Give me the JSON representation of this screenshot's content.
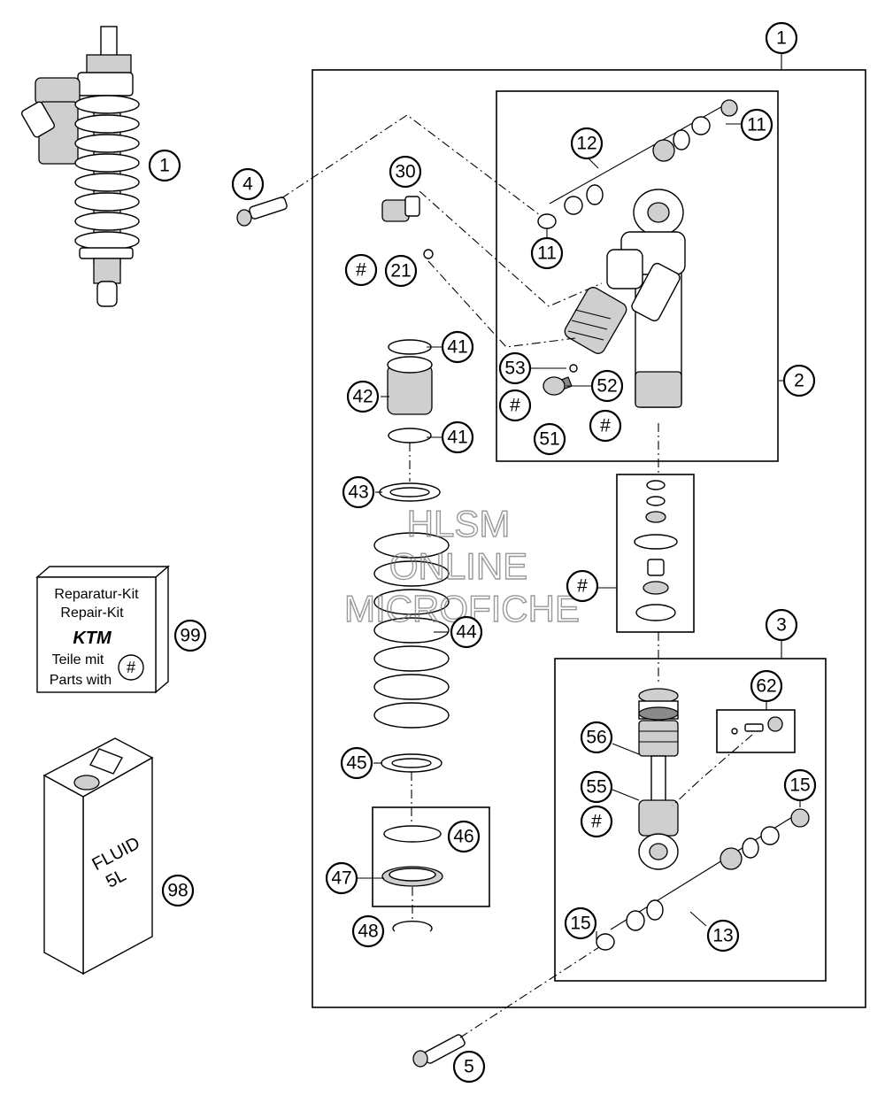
{
  "callouts": [
    {
      "id": "c1-top",
      "label": "1"
    },
    {
      "id": "c1-left",
      "label": "1"
    },
    {
      "id": "c2",
      "label": "2"
    },
    {
      "id": "c3",
      "label": "3"
    },
    {
      "id": "c4",
      "label": "4"
    },
    {
      "id": "c5",
      "label": "5"
    },
    {
      "id": "c11a",
      "label": "11"
    },
    {
      "id": "c11b",
      "label": "11"
    },
    {
      "id": "c12",
      "label": "12"
    },
    {
      "id": "c13",
      "label": "13"
    },
    {
      "id": "c15a",
      "label": "15"
    },
    {
      "id": "c15b",
      "label": "15"
    },
    {
      "id": "c21",
      "label": "21"
    },
    {
      "id": "c30",
      "label": "30"
    },
    {
      "id": "c41a",
      "label": "41"
    },
    {
      "id": "c41b",
      "label": "41"
    },
    {
      "id": "c42",
      "label": "42"
    },
    {
      "id": "c43",
      "label": "43"
    },
    {
      "id": "c44",
      "label": "44"
    },
    {
      "id": "c45",
      "label": "45"
    },
    {
      "id": "c46",
      "label": "46"
    },
    {
      "id": "c47",
      "label": "47"
    },
    {
      "id": "c48",
      "label": "48"
    },
    {
      "id": "c51",
      "label": "51"
    },
    {
      "id": "c52",
      "label": "52"
    },
    {
      "id": "c53",
      "label": "53"
    },
    {
      "id": "c55",
      "label": "55"
    },
    {
      "id": "c56",
      "label": "56"
    },
    {
      "id": "c62",
      "label": "62"
    },
    {
      "id": "c98",
      "label": "98"
    },
    {
      "id": "c99",
      "label": "99"
    },
    {
      "id": "h1",
      "label": "#"
    },
    {
      "id": "h2",
      "label": "#"
    },
    {
      "id": "h3",
      "label": "#"
    },
    {
      "id": "h4",
      "label": "#"
    },
    {
      "id": "h5",
      "label": "#"
    },
    {
      "id": "h6",
      "label": "#"
    }
  ],
  "repair_kit": {
    "line1": "Reparatur-Kit",
    "line2": "Repair-Kit",
    "logo": "KTM",
    "line3": "Teile mit",
    "line4": "Parts with",
    "badge": "#"
  },
  "fluid_can": {
    "line1": "FLUID",
    "line2": "5L"
  },
  "watermark": {
    "line1": "HLSM",
    "line2": "ONLINE",
    "line3": "MICROFICHE"
  }
}
